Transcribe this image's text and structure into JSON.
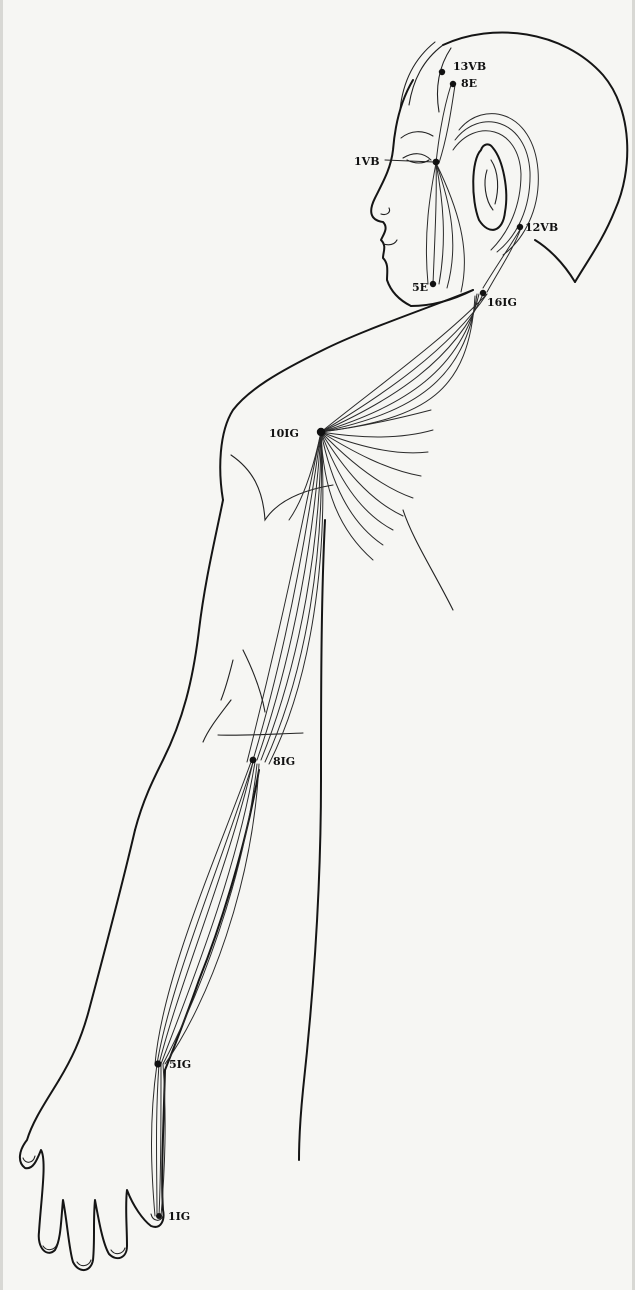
{
  "diagram": {
    "points": [
      {
        "id": "p-13vb",
        "label": "13VB"
      },
      {
        "id": "p-8e",
        "label": "8E"
      },
      {
        "id": "p-1vb",
        "label": "1VB"
      },
      {
        "id": "p-12vb",
        "label": "12VB"
      },
      {
        "id": "p-5e",
        "label": "5E"
      },
      {
        "id": "p-16ig",
        "label": "16IG"
      },
      {
        "id": "p-10ig",
        "label": "10IG"
      },
      {
        "id": "p-8ig",
        "label": "8IG"
      },
      {
        "id": "p-5ig",
        "label": "5IG"
      },
      {
        "id": "p-1ig",
        "label": "1IG"
      }
    ]
  },
  "colors": {
    "ink": "#151515",
    "paper": "#f6f6f3"
  }
}
